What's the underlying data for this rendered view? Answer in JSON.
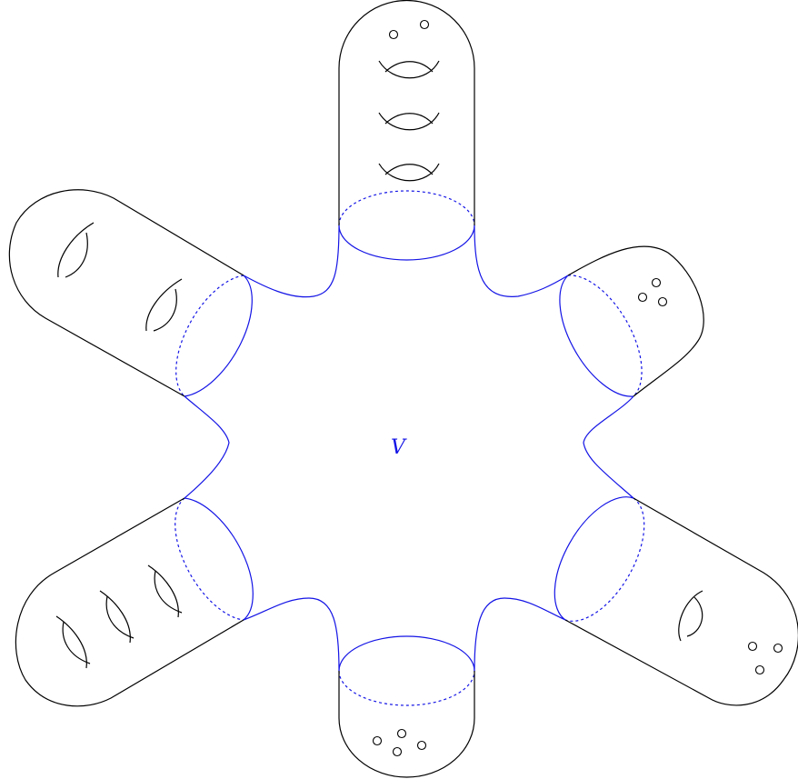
{
  "center_label": "V",
  "colors": {
    "surface": "#000000",
    "region_v": "#1414e6",
    "background": "#ffffff"
  },
  "arms": [
    {
      "name": "top",
      "handles": 3,
      "marked_points": 2
    },
    {
      "name": "upper-right",
      "handles": 0,
      "marked_points": 3
    },
    {
      "name": "lower-right",
      "handles": 1,
      "marked_points": 3
    },
    {
      "name": "bottom",
      "handles": 0,
      "marked_points": 4
    },
    {
      "name": "lower-left",
      "handles": 3,
      "marked_points": 0
    },
    {
      "name": "upper-left",
      "handles": 2,
      "marked_points": 0
    }
  ]
}
